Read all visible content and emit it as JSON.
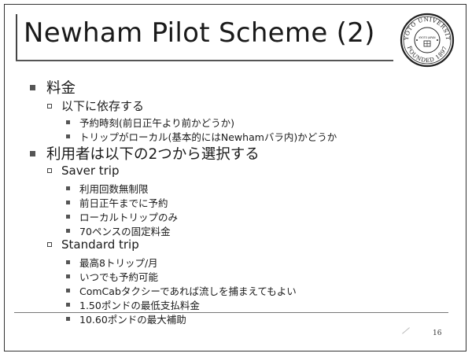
{
  "slide": {
    "title": "Newham Pilot Scheme (2)",
    "page_number": "16"
  },
  "seal": {
    "icon": "kyoto-university-seal-icon",
    "top_text": "KYOTO UNIVERSITY",
    "bottom_text": "FOUNDED 1897",
    "inner_text": "KYOTO JAPAN",
    "ink_color": "#222222"
  },
  "outline": [
    {
      "text": "料金",
      "children": [
        {
          "text": "以下に依存する",
          "children": [
            "予約時刻(前日正午より前かどうか)",
            "トリップがローカル(基本的にはNewhamバラ内)かどうか"
          ]
        }
      ]
    },
    {
      "text": "利用者は以下の2つから選択する",
      "children": [
        {
          "text": "Saver trip",
          "children": [
            "利用回数無制限",
            "前日正午までに予約",
            "ローカルトリップのみ",
            "70ペンスの固定料金"
          ]
        },
        {
          "text": "Standard trip",
          "children": [
            "最高8トリップ/月",
            "いつでも予約可能",
            "ComCabタクシーであれば流しを捕まえてもよい",
            "1.50ポンドの最低支払料金",
            "10.60ポンドの最大補助"
          ]
        }
      ]
    }
  ]
}
